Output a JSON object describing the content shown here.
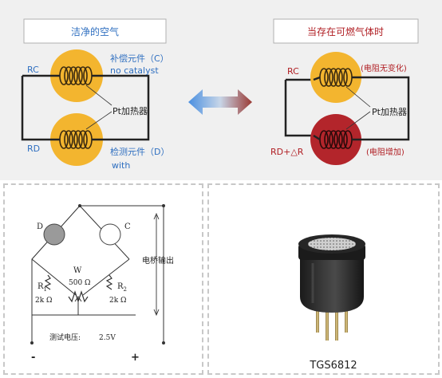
{
  "top_left": {
    "title": "洁净的空气",
    "rc_label": "RC",
    "rd_label": "RD",
    "comp_element_label": "补偿元件（C）",
    "comp_element_sub": "no catalyst",
    "pt_heater_label": "Pt加热器",
    "detect_element_label": "检测元件（D）",
    "detect_element_sub": "with"
  },
  "top_right": {
    "title": "当存在可燃气体时",
    "rc_label": "RC",
    "rd_label": "RD+△R",
    "no_change_label": "(电阻无变化)",
    "pt_heater_label": "Pt加热器",
    "increase_label": "(电阻增加)"
  },
  "circuit": {
    "d_label": "D",
    "c_label": "C",
    "w_label": "W",
    "w_value": "500 Ω",
    "r1_label": "R",
    "r1_sub": "1",
    "r1_value": "2k Ω",
    "r2_label": "R",
    "r2_sub": "2",
    "r2_value": "2k Ω",
    "output_label": "电桥输出",
    "test_voltage_label": "测试电压:",
    "test_voltage_value": "2.5V",
    "minus_label": "-",
    "plus_label": "+"
  },
  "sensor": {
    "model_label": "TGS6812"
  },
  "colors": {
    "blue_text": "#2f6fc0",
    "red_text": "#b01e23",
    "yellow_element": "#f3b52f",
    "red_element": "#b3252b"
  }
}
